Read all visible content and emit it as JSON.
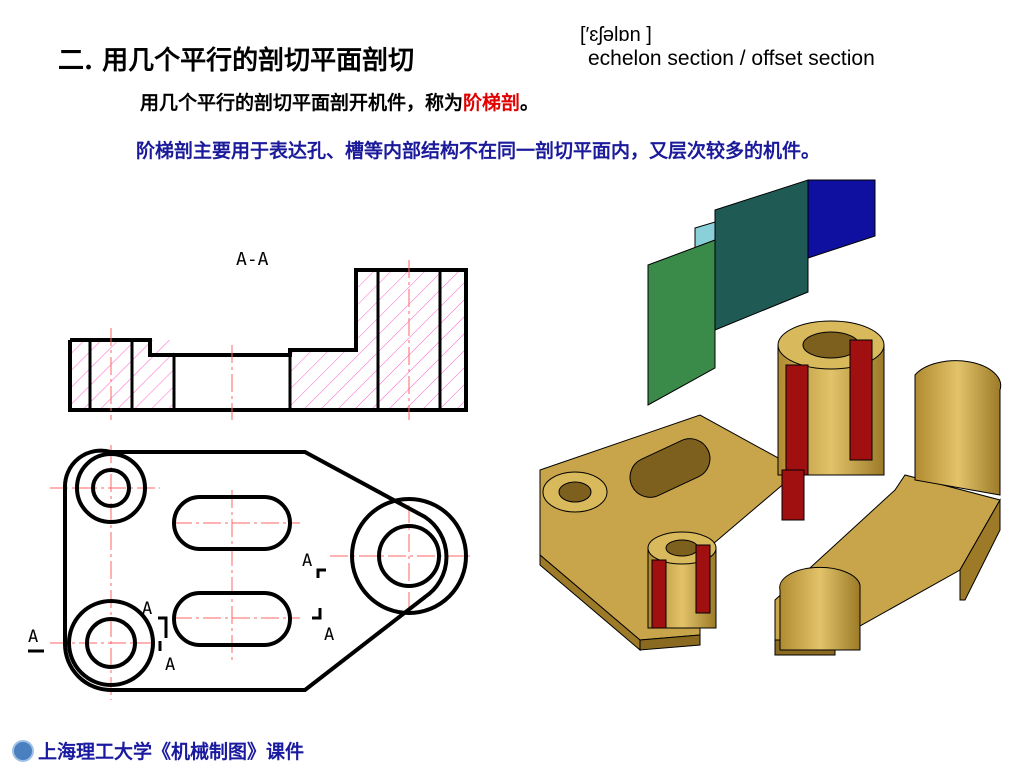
{
  "header": {
    "title": "二. 用几个平行的剖切平面剖切",
    "phonetic": "[′ɛʃəlɒn ]",
    "english_term": "echelon section / offset section"
  },
  "intro": {
    "text_before": "用几个平行的剖切平面剖开机件，称为",
    "highlight": "阶梯剖",
    "text_after": "。"
  },
  "paragraph": "阶梯剖主要用于表达孔、槽等内部结构不在同一剖切平面内，又层次较多的机件。",
  "drawing": {
    "section_label": "A-A",
    "cut_labels": [
      "A",
      "A",
      "A",
      "A",
      "A"
    ]
  },
  "footer": {
    "text": "上海理工大学《机械制图》课件"
  },
  "colors": {
    "hatch": "#ff66cc",
    "centerline": "#ff6666",
    "part_body": "#c8a54a",
    "cut_face": "#a01010",
    "plane_green": "#3a8a4a",
    "plane_teal": "#1f5a55",
    "plane_blue": "#1010a0",
    "title_blue": "#1a1a9a",
    "highlight_red": "#e00000"
  }
}
